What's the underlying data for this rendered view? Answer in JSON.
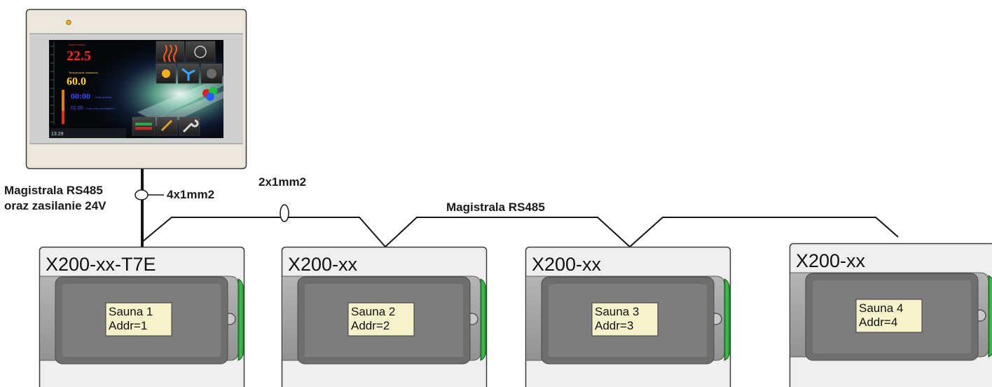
{
  "panel": {
    "screen": {
      "sauna_label": "Sauna sucha",
      "sauna_temp": "22.5",
      "set_label": "Temperatura ustawiona",
      "set_temp": "60.0",
      "timer1": "00:00",
      "timer1_label": "Czas grzania",
      "timer2": "01:00",
      "timer2_label": "Czas pracy wentylatora",
      "clock": "13:29"
    }
  },
  "labels": {
    "bus_power_line1": "Magistrala RS485",
    "bus_power_line2": "oraz zasilanie 24V",
    "cable1": "4x1mm2",
    "cable2": "2x1mm2",
    "bus": "Magistrala RS485"
  },
  "units": [
    {
      "title": "X200-xx-T7E",
      "line1": "Sauna 1",
      "line2": "Addr=1"
    },
    {
      "title": "X200-xx",
      "line1": "Sauna 2",
      "line2": "Addr=2"
    },
    {
      "title": "X200-xx",
      "line1": "Sauna 3",
      "line2": "Addr=3"
    },
    {
      "title": "X200-xx",
      "line1": "Sauna 4",
      "line2": "Addr=4"
    }
  ],
  "colors": {
    "housing": "#efefef",
    "front_gray": "#a3a3a3",
    "bezel": "#6e6e6e",
    "screen": "#7d7d7d",
    "accent_green": "#2ea43c",
    "label_bg": "#f6f2cc",
    "hmi_frame": "#ebe6d7",
    "led": "#f3b21b"
  }
}
